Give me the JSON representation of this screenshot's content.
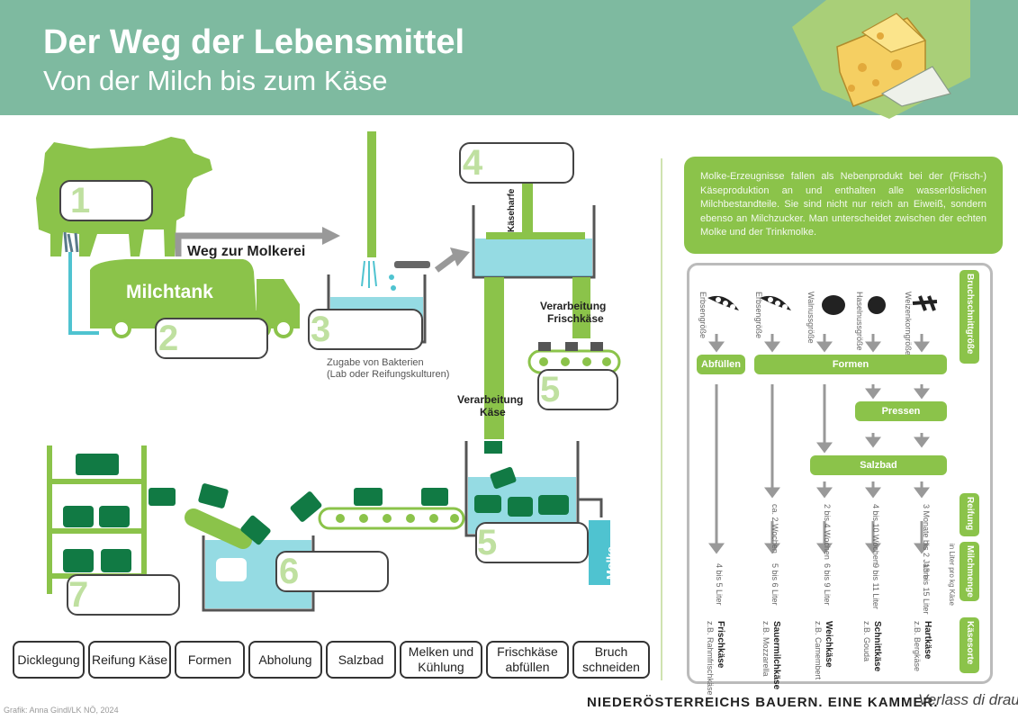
{
  "header": {
    "title": "Der Weg der Lebensmittel",
    "subtitle": "Von der Milch bis zum Käse"
  },
  "diagram": {
    "numbers": [
      "1",
      "2",
      "3",
      "4",
      "5",
      "5",
      "6",
      "7"
    ],
    "road_label": "Weg zur Molkerei",
    "tank_label": "Milchtank",
    "harp_label": "Käseharfe",
    "bacteria_note": [
      "Zugabe von Bakterien",
      "(Lab oder Reifungskulturen)"
    ],
    "fresh_label": [
      "Verarbeitung",
      "Frischkäse"
    ],
    "cheese_label": [
      "Verarbeitung",
      "Käse"
    ],
    "whey_label": "Molke"
  },
  "steps": [
    {
      "label": "Dicklegung"
    },
    {
      "label": "Reifung Käse"
    },
    {
      "label": "Formen"
    },
    {
      "label": "Abholung"
    },
    {
      "label": "Salzbad"
    },
    {
      "label": "Melken und Kühlung"
    },
    {
      "label": "Frischkäse abfüllen"
    },
    {
      "label": "Bruch schneiden"
    }
  ],
  "info": {
    "text": "Molke-Erzeugnisse fallen als Nebenprodukt bei der (Frisch-) Käseproduktion an und enthalten alle wasserlöslichen Milchbestandteile. Sie sind nicht nur reich an Eiweiß, sondern ebenso an Milchzucker. Man unterscheidet zwischen der echten Molke und der Trinkmolke."
  },
  "comparison": {
    "grain_sizes": [
      "Erbsengröße",
      "Erbsengröße",
      "Walnussgröße",
      "Haselnussgröße",
      "Weizenkorngröße"
    ],
    "process": {
      "fill": "Abfüllen",
      "form": "Formen",
      "press": "Pressen",
      "salt": "Salzbad"
    },
    "ripening": [
      "",
      "ca. 2 Wochen",
      "2 bis 4 Wochen",
      "4 bis 10 Wochen",
      "3 Monate bis 2 Jahre"
    ],
    "milk_amounts": [
      "4 bis 5 Liter",
      "5 bis 6 Liter",
      "6 bis 9 Liter",
      "9 bis 11 Liter",
      "13 bis 15 Liter"
    ],
    "cheese_types": [
      {
        "name": "Frischkäse",
        "example": "z.B. Rahmfrischkäse"
      },
      {
        "name": "Sauermilchkäse",
        "example": "z.B. Mozzarella"
      },
      {
        "name": "Weichkäse",
        "example": "z.B. Camembert"
      },
      {
        "name": "Schnittkäse",
        "example": "z.B. Gouda"
      },
      {
        "name": "Hartkäse",
        "example": "z.B. Bergkäse"
      }
    ],
    "side_tabs": {
      "grain": "Bruchschnittgröße",
      "ripening": "Reifung",
      "milk": "Milchmenge",
      "milk_unit": "in Liter pro kg Käse",
      "type": "Käsesorte"
    }
  },
  "footer": {
    "slogan": "NIEDERÖSTERREICHS BAUERN. EINE KAMMER.",
    "tagline": "Verlass di drauf!",
    "credit": "Grafik: Anna Gindl/LK NÖ, 2024"
  },
  "colors": {
    "header": "#7ebaa0",
    "green": "#8bc34a",
    "dark_green": "#117a44",
    "water": "#4fc3d0"
  }
}
